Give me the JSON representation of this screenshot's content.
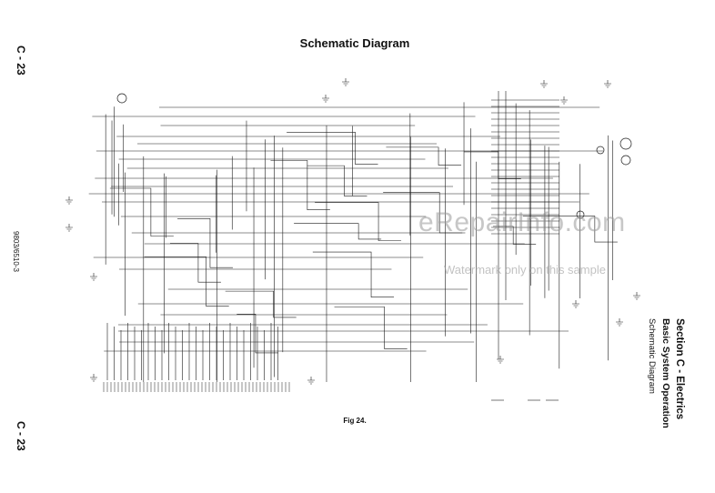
{
  "page": {
    "title": "Schematic Diagram",
    "page_number": "C - 23",
    "document_code": "9803/6510-3",
    "figure_caption": "Fig 24."
  },
  "section": {
    "title": "Section C - Electrics",
    "subtitle": "Basic System Operation",
    "subsubtitle": "Schematic Diagram"
  },
  "watermark": {
    "main": "eRepairInfo.com",
    "sub": "Watermark only on this sample"
  }
}
